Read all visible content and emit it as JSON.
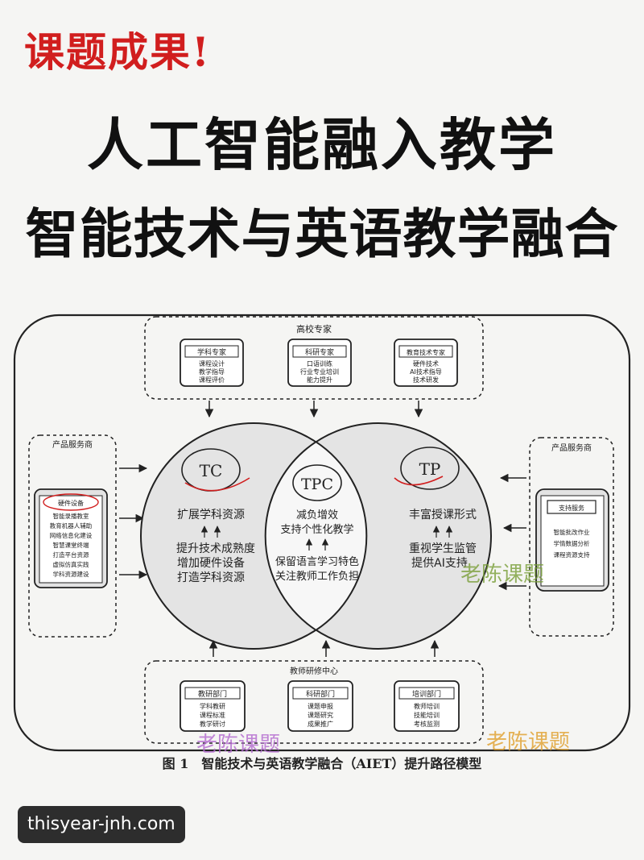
{
  "tag": "课题成果!",
  "title_line1": "人工智能融入教学",
  "title_line2": "智能技术与英语教学融合",
  "colors": {
    "accent_red": "#d11e1e",
    "watermark_a": "#7a9f3a",
    "watermark_b": "#b46ad0",
    "watermark_c": "#e0a02c"
  },
  "diagram": {
    "top_group": {
      "label": "高校专家",
      "boxes": [
        {
          "title": "学科专家",
          "items": [
            "课程设计",
            "教学指导",
            "课程评价"
          ]
        },
        {
          "title": "科研专家",
          "items": [
            "口语训练",
            "行业专业培训",
            "能力提升"
          ]
        },
        {
          "title": "教育技术专家",
          "items": [
            "硬件技术",
            "AI技术指导",
            "技术研发"
          ]
        }
      ]
    },
    "left_group": {
      "label": "产品服务商",
      "box_title": "硬件设备",
      "items": [
        "智能录播教室",
        "教育机器人辅助",
        "网络信息化建设",
        "智慧课堂终端",
        "打造平台资源",
        "虚拟仿真实践",
        "学科资源建设"
      ]
    },
    "right_group": {
      "label": "产品服务商",
      "box_title": "支持服务",
      "items": [
        "智能批改作业",
        "学情数据分析",
        "课程资源支持"
      ]
    },
    "circles": {
      "tc": "TC",
      "tpc": "TPC",
      "tp": "TP",
      "tc_top": "扩展学科资源",
      "tc_bottom": [
        "提升技术成熟度",
        "增加硬件设备",
        "打造学科资源"
      ],
      "tpc_top": [
        "减负增效",
        "支持个性化教学"
      ],
      "tpc_bottom": [
        "保留语言学习特色",
        "关注教师工作负担"
      ],
      "tp_top": "丰富授课形式",
      "tp_bottom": [
        "重视学生监管",
        "提供AI支持"
      ]
    },
    "bottom_group": {
      "label": "教师研修中心",
      "boxes": [
        {
          "title": "教研部门",
          "items": [
            "学科教研",
            "课程标准",
            "教学研讨"
          ]
        },
        {
          "title": "科研部门",
          "items": [
            "课题申报",
            "课题研究",
            "成果推广"
          ]
        },
        {
          "title": "培训部门",
          "items": [
            "教师培训",
            "技能培训",
            "考核监测"
          ]
        }
      ]
    },
    "caption": "图 1　智能技术与英语教学融合（AIET）提升路径模型"
  },
  "watermarks": [
    "老陈课题",
    "老陈课题",
    "老陈课题"
  ],
  "site": "thisyear-jnh.com"
}
